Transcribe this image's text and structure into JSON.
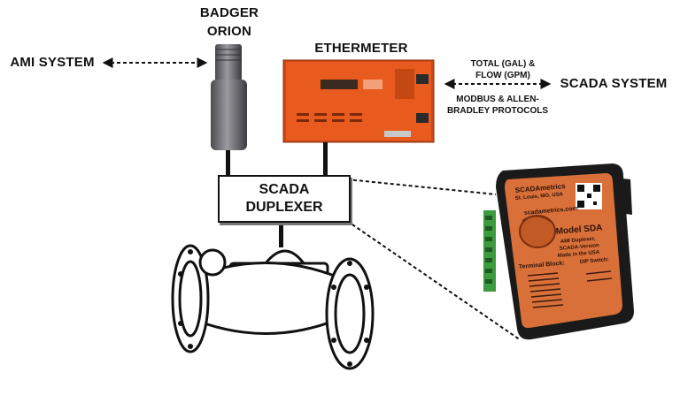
{
  "labels": {
    "badger_orion": "BADGER ORION",
    "ethermeter": "ETHERMETER",
    "ami_system": "AMI SYSTEM",
    "scada_system": "SCADA SYSTEM",
    "total_flow": "TOTAL (GAL) & FLOW (GPM)",
    "protocols": "MODBUS & ALLEN-BRADLEY PROTOCOLS",
    "duplexer_line1": "SCADA",
    "duplexer_line2": "DUPLEXER"
  },
  "device_text": {
    "brand": "SCADAmetrics",
    "location": "St. Louis, MO, USA",
    "website": "scadametrics.com",
    "model": "Model SDA",
    "desc1": "AMI Duplexer,",
    "desc2": "SCADA-Version",
    "desc3": "Made in the USA",
    "terminal_block": "Terminal Block:",
    "dip_switch": "DIP Switch:"
  },
  "colors": {
    "ethermeter_orange": "#e85a1e",
    "device_orange": "#d9703a",
    "device_body": "#1a1a1a",
    "orion_gray": "#6d6d72",
    "terminal_green": "#3d9a3f"
  }
}
